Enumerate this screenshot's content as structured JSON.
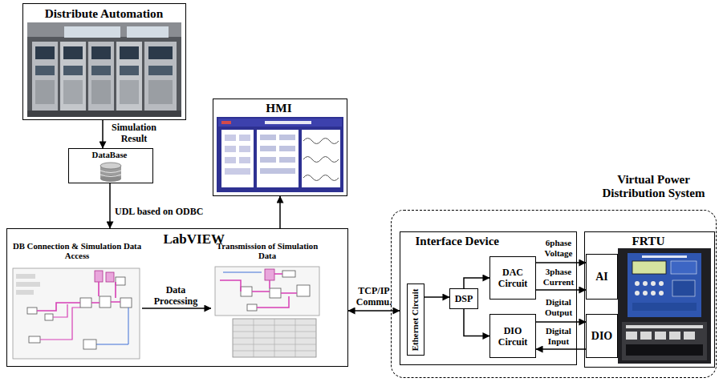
{
  "diagram": {
    "nodes": [
      {
        "text": [
          "Distribute Automation"
        ]
      },
      {
        "text": [
          "DataBase"
        ]
      },
      {
        "text": [
          "HMI"
        ]
      },
      {
        "text": [
          "LabVIEW"
        ]
      },
      {
        "text": [
          "DB Connection & Simulation Data Access"
        ],
        "in": 3
      },
      {
        "text": [
          "Transmission of Simulation Data"
        ],
        "in": 3
      },
      {
        "text": [
          "Virtual Power Distribution System"
        ]
      },
      {
        "text": [
          "Interface Device"
        ],
        "in": 6
      },
      {
        "text": [
          "Ethernet Circuit"
        ],
        "in": 7
      },
      {
        "text": [
          "DSP"
        ],
        "in": 7
      },
      {
        "text": [
          "DAC Circuit"
        ],
        "in": 7
      },
      {
        "text": [
          "DIO Circuit"
        ],
        "in": 7
      },
      {
        "text": [
          "FRTU"
        ],
        "in": 6
      },
      {
        "text": [
          "AI"
        ],
        "in": 12
      },
      {
        "text": [
          "DIO"
        ],
        "in": 12
      }
    ],
    "edges": [
      {
        "from": 0,
        "to": 1,
        "arrow": "to",
        "label": "Simulation Result"
      },
      {
        "from": 1,
        "to": 3,
        "arrow": "to",
        "label": "UDL based on ODBC"
      },
      {
        "from": 3,
        "to": 2,
        "arrow": "to"
      },
      {
        "from": 4,
        "to": 5,
        "arrow": "to",
        "label": "Data Processing"
      },
      {
        "from": 3,
        "to": 7,
        "arrow": "both",
        "label": "TCP/IP Commu."
      },
      {
        "from": 8,
        "to": 9,
        "arrow": "to"
      },
      {
        "from": 9,
        "to": 10,
        "arrow": "to"
      },
      {
        "from": 9,
        "to": 11,
        "arrow": "to"
      },
      {
        "from": 10,
        "to": 13,
        "arrow": "to",
        "label": "6phase Voltage"
      },
      {
        "from": 10,
        "to": 13,
        "arrow": "to",
        "label": "3phase Current"
      },
      {
        "from": 11,
        "to": 14,
        "arrow": "to",
        "label": "Digital Output"
      },
      {
        "from": 14,
        "to": 11,
        "arrow": "to",
        "label": "Digital Input"
      }
    ]
  }
}
